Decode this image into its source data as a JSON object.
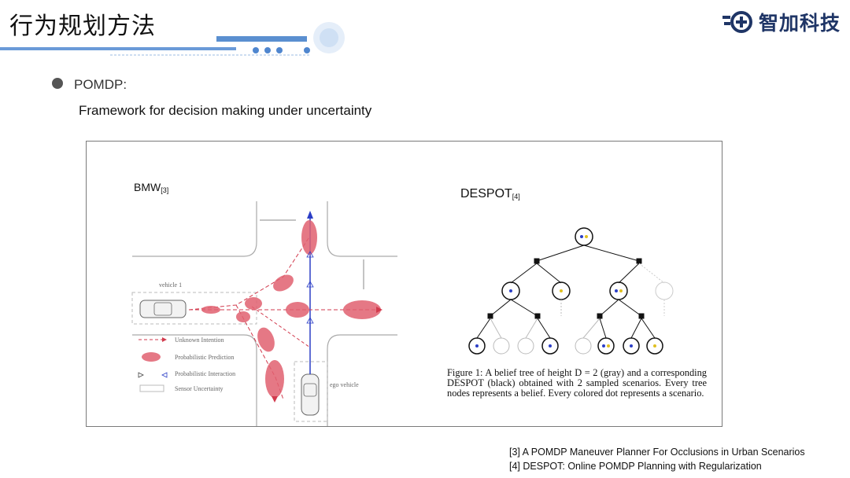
{
  "slide": {
    "title": "行为规划方法",
    "logo_text": "智加科技"
  },
  "content": {
    "bullet": "POMDP:",
    "subtitle": "Framework for decision making under uncertainty"
  },
  "figure": {
    "bmw": {
      "label": "BMW",
      "ref": "[3]",
      "vehicle_label": "vehicle 1",
      "ego_label": "ego vehicle",
      "legend": [
        "Unknown Intention",
        "Probabilistic Prediction",
        "Probabilistic Interaction",
        "Sensor Uncertainty"
      ]
    },
    "despot": {
      "label": "DESPOT",
      "ref": "[4]",
      "caption": "Figure 1:  A belief tree of height D = 2 (gray) and a corresponding DESPOT (black) obtained with 2 sampled scenarios. Every tree nodes represents a belief. Every colored dot represents a scenario."
    }
  },
  "references": [
    "[3] A POMDP Maneuver Planner For Occlusions in Urban Scenarios",
    "[4] DESPOT: Online POMDP Planning with Regularization"
  ],
  "colors": {
    "accent_blue": "#5a8fd0",
    "logo_navy": "#1f3566",
    "prediction_red": "#e06070",
    "ego_arrow_blue": "#2b3ec6"
  }
}
